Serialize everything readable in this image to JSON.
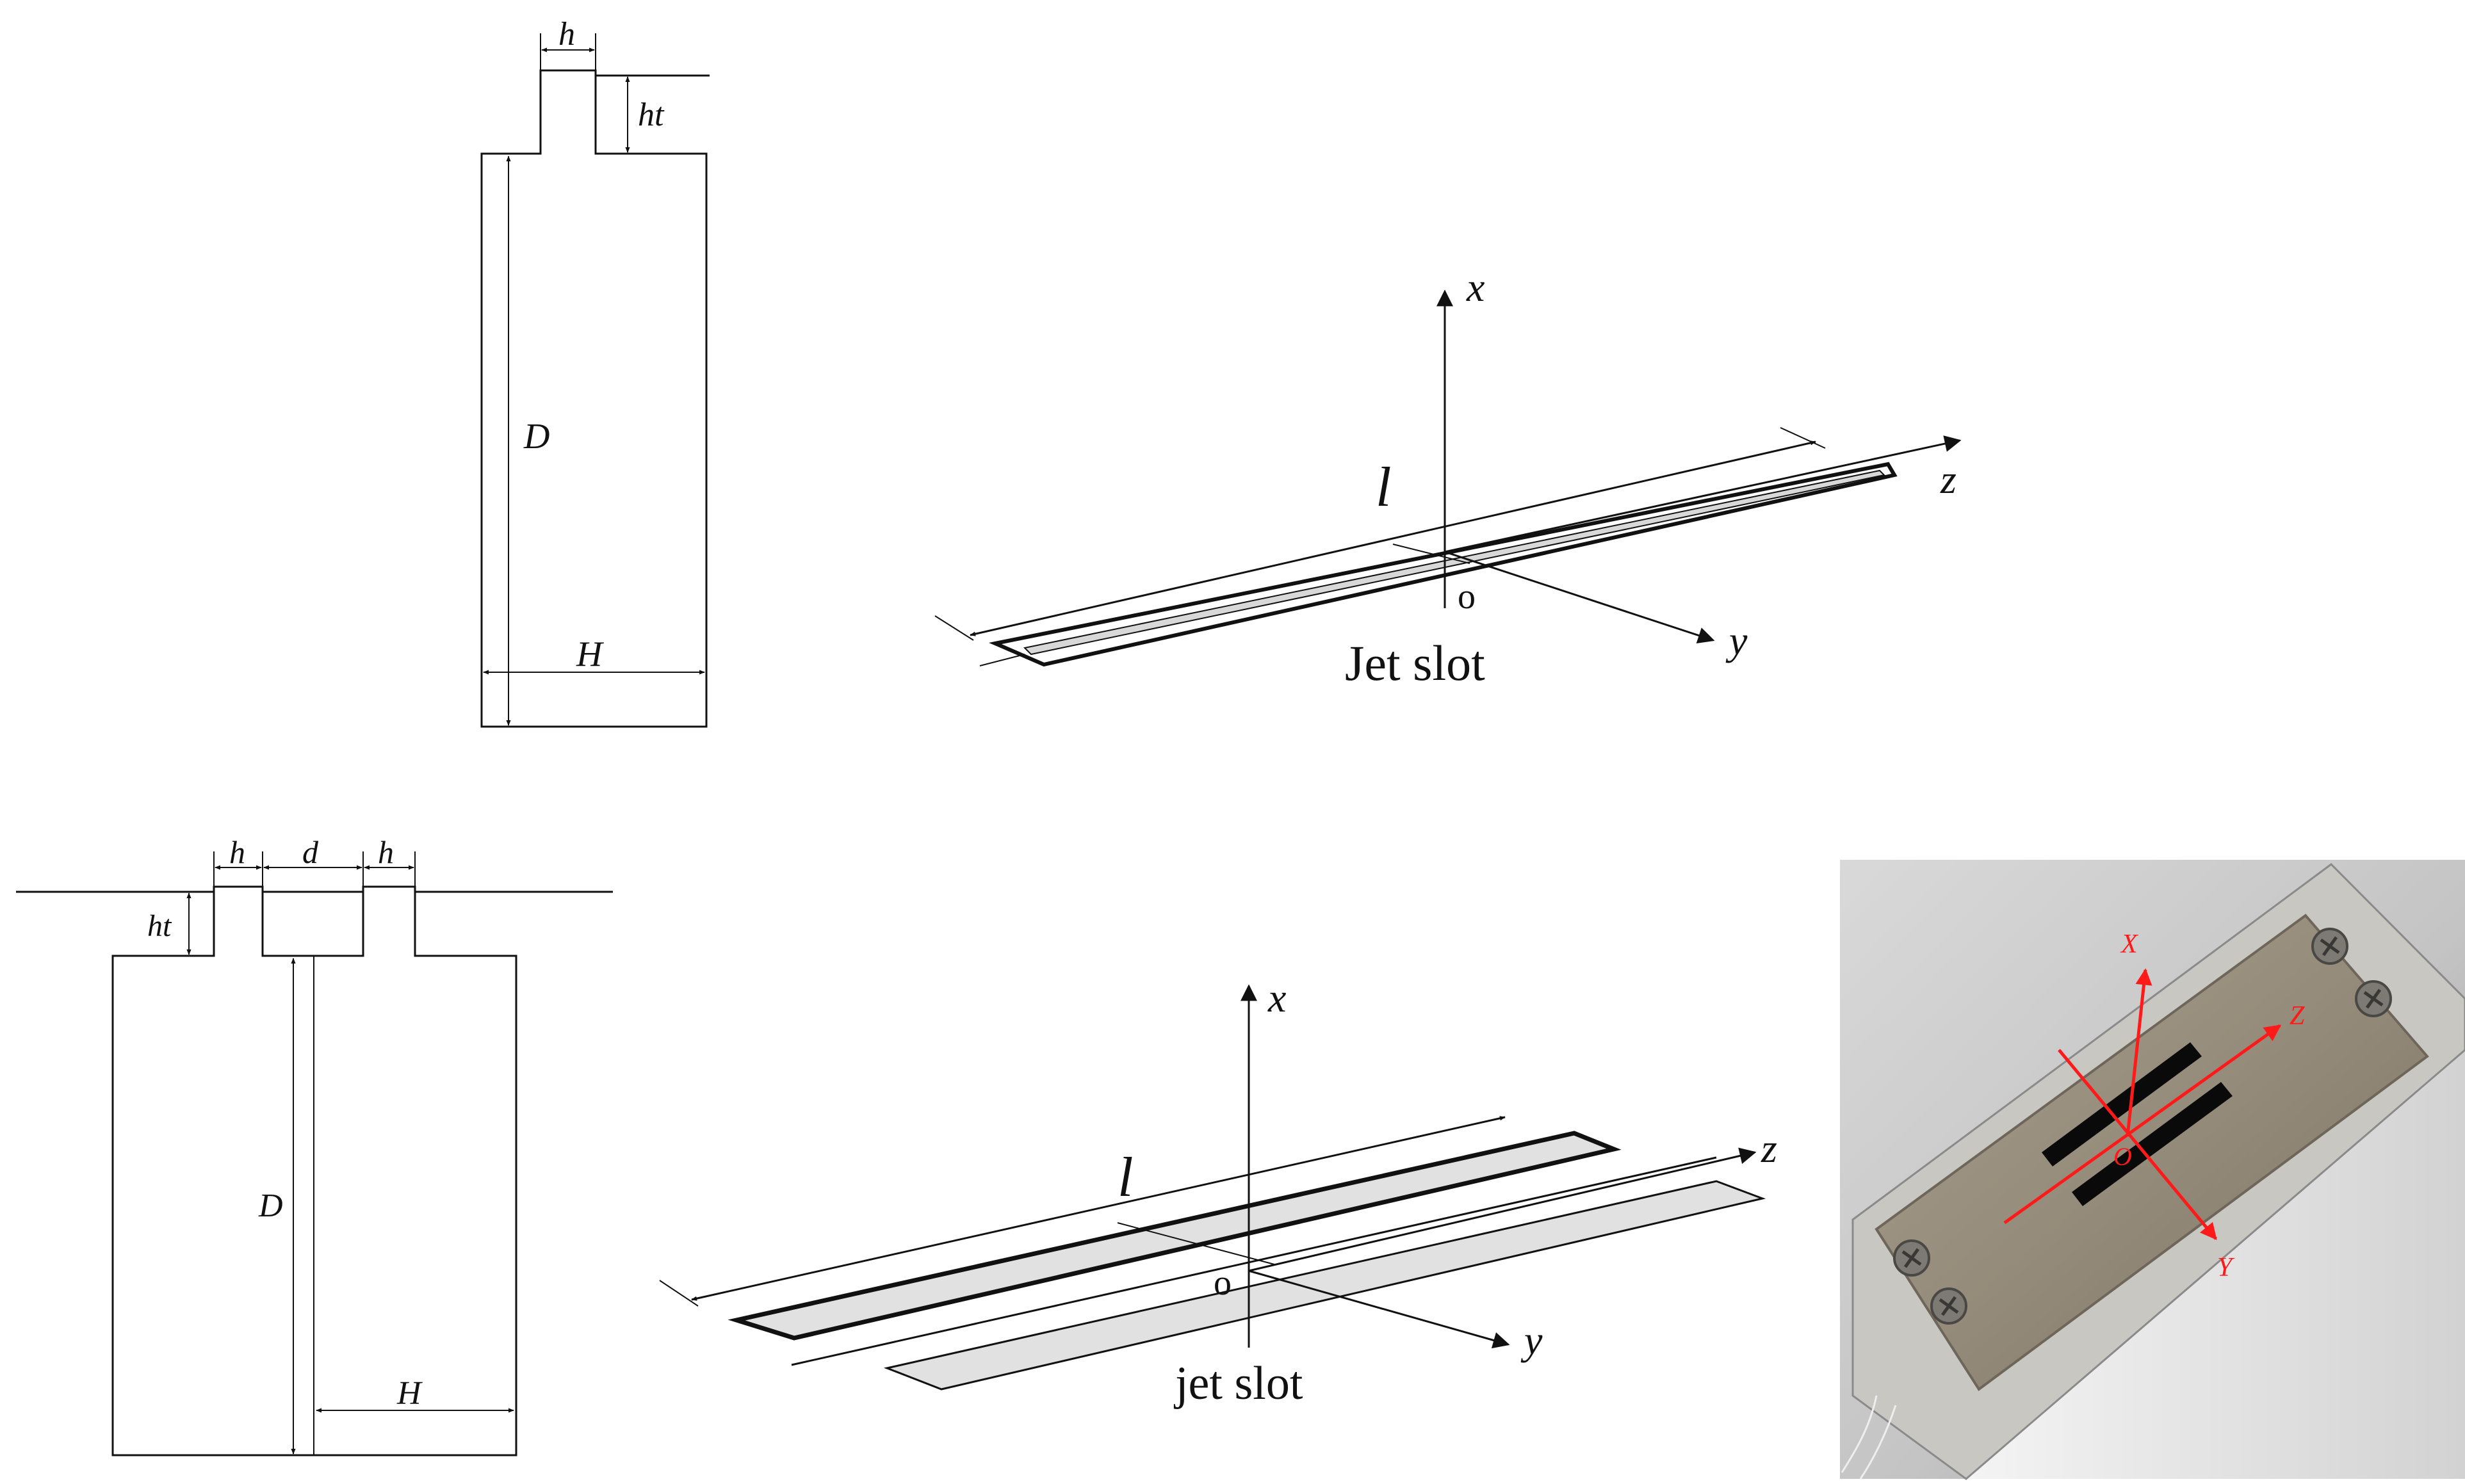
{
  "figure_top_left": {
    "dim_h": "h",
    "dim_ht": "ht",
    "dim_D": "D",
    "dim_H": "H"
  },
  "figure_top_right": {
    "axis_x": "x",
    "axis_y": "y",
    "axis_z": "z",
    "origin": "o",
    "length": "l",
    "caption": "Jet slot"
  },
  "figure_bottom_left": {
    "dim_h_left": "h",
    "dim_d": "d",
    "dim_h_right": "h",
    "dim_ht": "ht",
    "dim_D": "D",
    "dim_H": "H"
  },
  "figure_bottom_middle": {
    "axis_x": "x",
    "axis_y": "y",
    "axis_z": "z",
    "origin": "o",
    "length": "l",
    "caption": "jet slot"
  },
  "photo": {
    "axis_x": "X",
    "axis_y": "Y",
    "axis_z": "Z",
    "origin": "O",
    "axis_color": "#ff1a1a"
  }
}
